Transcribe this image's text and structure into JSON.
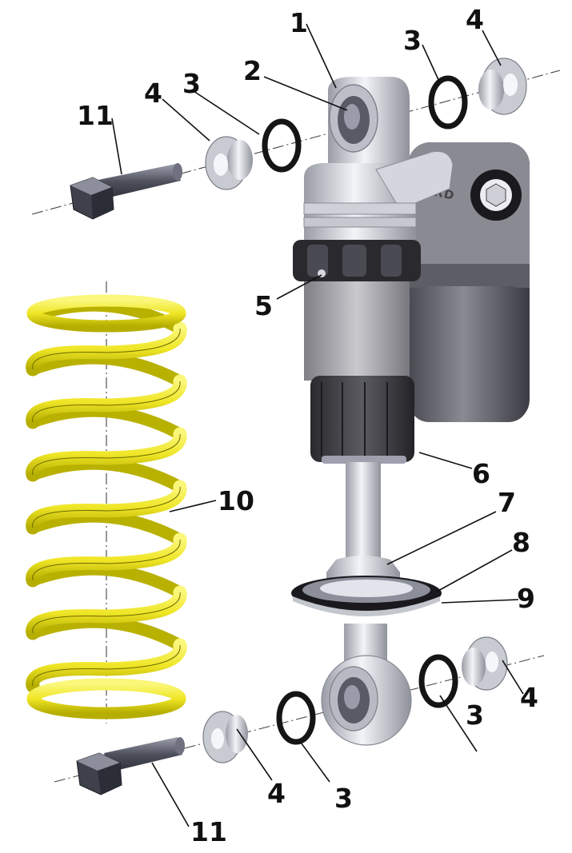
{
  "diagram": {
    "brand_label": "CARD",
    "colors": {
      "spring": "#f2ea2a",
      "spring_shadow": "#b9b100",
      "body": "#a9a9ad",
      "body_dark": "#5a5a60",
      "reservoir": "#6a6a72",
      "metal_light": "#e4e6ec",
      "oring": "#151515",
      "line": "#111111"
    },
    "callouts": [
      {
        "id": "c1-top",
        "label": "1"
      },
      {
        "id": "c2",
        "label": "2"
      },
      {
        "id": "c3-a",
        "label": "3"
      },
      {
        "id": "c3-b",
        "label": "3"
      },
      {
        "id": "c3-c",
        "label": "3"
      },
      {
        "id": "c3-d",
        "label": "3"
      },
      {
        "id": "c4-a",
        "label": "4"
      },
      {
        "id": "c4-b",
        "label": "4"
      },
      {
        "id": "c4-c",
        "label": "4"
      },
      {
        "id": "c4-d",
        "label": "4"
      },
      {
        "id": "c5",
        "label": "5"
      },
      {
        "id": "c6",
        "label": "6"
      },
      {
        "id": "c7",
        "label": "7"
      },
      {
        "id": "c8",
        "label": "8"
      },
      {
        "id": "c9",
        "label": "9"
      },
      {
        "id": "c10",
        "label": "10"
      },
      {
        "id": "c11-a",
        "label": "11"
      },
      {
        "id": "c11-b",
        "label": "11"
      }
    ]
  }
}
